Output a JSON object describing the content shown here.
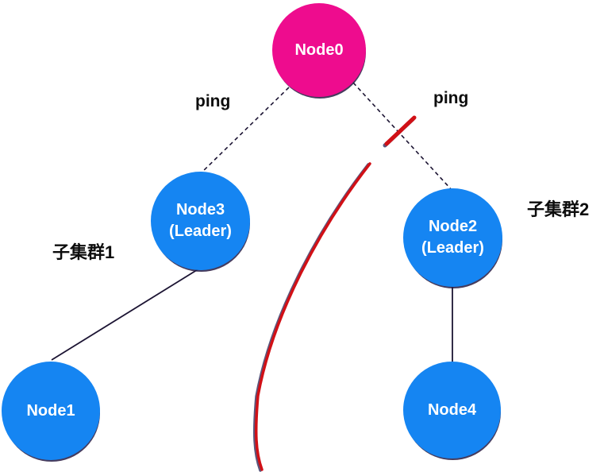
{
  "diagram": {
    "nodes": {
      "node0": {
        "label": "Node0"
      },
      "node3": {
        "label": "Node3",
        "role": "(Leader)"
      },
      "node2": {
        "label": "Node2",
        "role": "(Leader)"
      },
      "node1": {
        "label": "Node1"
      },
      "node4": {
        "label": "Node4"
      }
    },
    "edges": {
      "ping_left_label": "ping",
      "ping_right_label": "ping"
    },
    "clusters": {
      "cluster1_label": "子集群1",
      "cluster2_label": "子集群2"
    },
    "icons": {
      "partition_curve": "network-partition-curve",
      "link_break": "broken-link-slash"
    },
    "colors": {
      "root_node": "#ee0c8e",
      "member_node": "#1585f2",
      "partition_red": "#d11016",
      "edge_line": "#1c1433",
      "node_text": "#ffffff",
      "label_text": "#0d0d0d"
    }
  }
}
